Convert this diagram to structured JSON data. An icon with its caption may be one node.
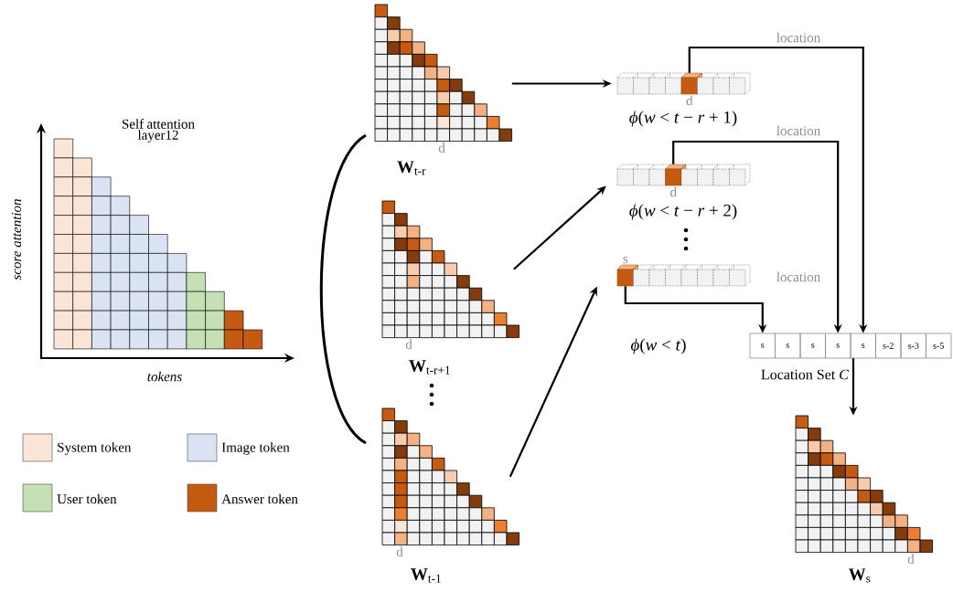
{
  "diagram": {
    "nodes": [
      {
        "text": [
          "d"
        ],
        "beside": [
          "**W**$_{t-r}$"
        ]
      },
      {
        "text": [
          "d"
        ],
        "beside": [
          "**W**$_{t-r+1}$"
        ]
      },
      {
        "text": [
          "d"
        ],
        "beside": [
          "**W**$_{t-1}$"
        ]
      },
      {
        "text": [
          "d"
        ],
        "beside": [
          "*ϕ*(*w* < *t* − *r* + 1)"
        ]
      },
      {
        "text": [
          "d"
        ],
        "beside": [
          "*ϕ*(*w* < *t* − *r* + 2)"
        ]
      },
      {
        "text": [
          "s"
        ],
        "beside": [
          "*ϕ*(*w* < *t*)"
        ]
      },
      {
        "text": [
          "s",
          "s",
          "s",
          "s",
          "s",
          "s-2",
          "s-3",
          "s-5"
        ],
        "beside": [
          "Location Set *C*"
        ]
      },
      {
        "text": [
          "d"
        ],
        "beside": [
          "**W**$_{s}$"
        ]
      }
    ],
    "edges": [
      {
        "from": 0,
        "to": 3,
        "arrow": "to"
      },
      {
        "from": 1,
        "to": 4,
        "arrow": "to"
      },
      {
        "from": 2,
        "to": 5,
        "arrow": "to"
      },
      {
        "from": 3,
        "to": 6,
        "arrow": "to",
        "label": "location"
      },
      {
        "from": 4,
        "to": 6,
        "arrow": "to",
        "label": "location"
      },
      {
        "from": 5,
        "to": 6,
        "arrow": "to"
      },
      {
        "from": 6,
        "to": 7,
        "arrow": "to"
      }
    ],
    "labels": [
      "Self attention layer12",
      "score attention",
      "tokens",
      "location"
    ],
    "legend": [
      {
        "text": "System token",
        "color": "#fbe5d6"
      },
      {
        "text": "Image token",
        "color": "#dae3f3"
      },
      {
        "text": "User token",
        "color": "#c5e0b4"
      },
      {
        "text": "Answer token",
        "color": "#c55a11"
      }
    ]
  }
}
